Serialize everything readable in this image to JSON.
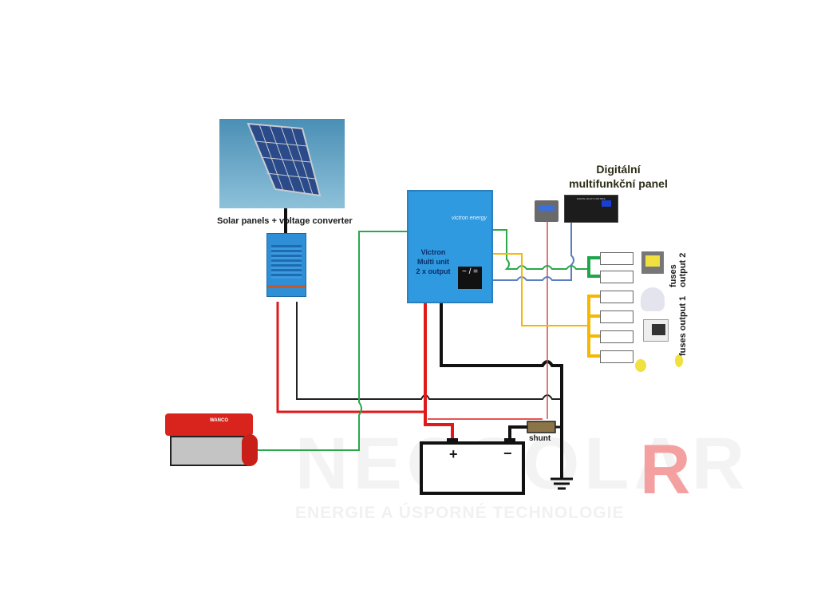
{
  "diagram": {
    "solar": {
      "label": "Solar panels + voltage converter",
      "icon": "solar-panel-icon",
      "converter_icon": "charge-controller-icon"
    },
    "victron": {
      "brand": "victron energy",
      "label_lines": [
        "Victron",
        "Multi unit",
        "2 x output"
      ],
      "inverter_symbol": "~ / ="
    },
    "panel": {
      "title_lines": [
        "Digitální",
        "multifunkční panel"
      ],
      "small_display": "battery-monitor-icon",
      "big_display": "digital-multi-control-icon",
      "big_display_header": "DIGITAL MULTI CONTROL"
    },
    "fuses": {
      "output2_label_lines": [
        "fuses",
        "output 2"
      ],
      "output1_label": "fuses output 1",
      "output2_count": 2,
      "output1_count": 4
    },
    "loads": [
      "floodlight-icon",
      "ceiling-lamp-icon",
      "computer-icon",
      "spotlights-icon"
    ],
    "battery": {
      "plus": "+",
      "minus": "−"
    },
    "shunt": {
      "label": "shunt"
    },
    "generator": {
      "icon": "generator-icon",
      "brand": "WANCO"
    },
    "ground": {
      "icon": "ground-icon"
    },
    "watermark": {
      "title": "NEOSOLAR",
      "subtitle": "ENERGIE A ÚSPORNÉ TECHNOLOGIE"
    },
    "colors": {
      "ac_in": "#2aa84a",
      "dc_plus": "#e01a1a",
      "dc_minus": "#111111",
      "output1": "#f5b800",
      "output2": "#1fa64a",
      "comm": "#5a7fc0",
      "sense": "#d04040",
      "victron_blue": "#2f8fd6"
    }
  }
}
